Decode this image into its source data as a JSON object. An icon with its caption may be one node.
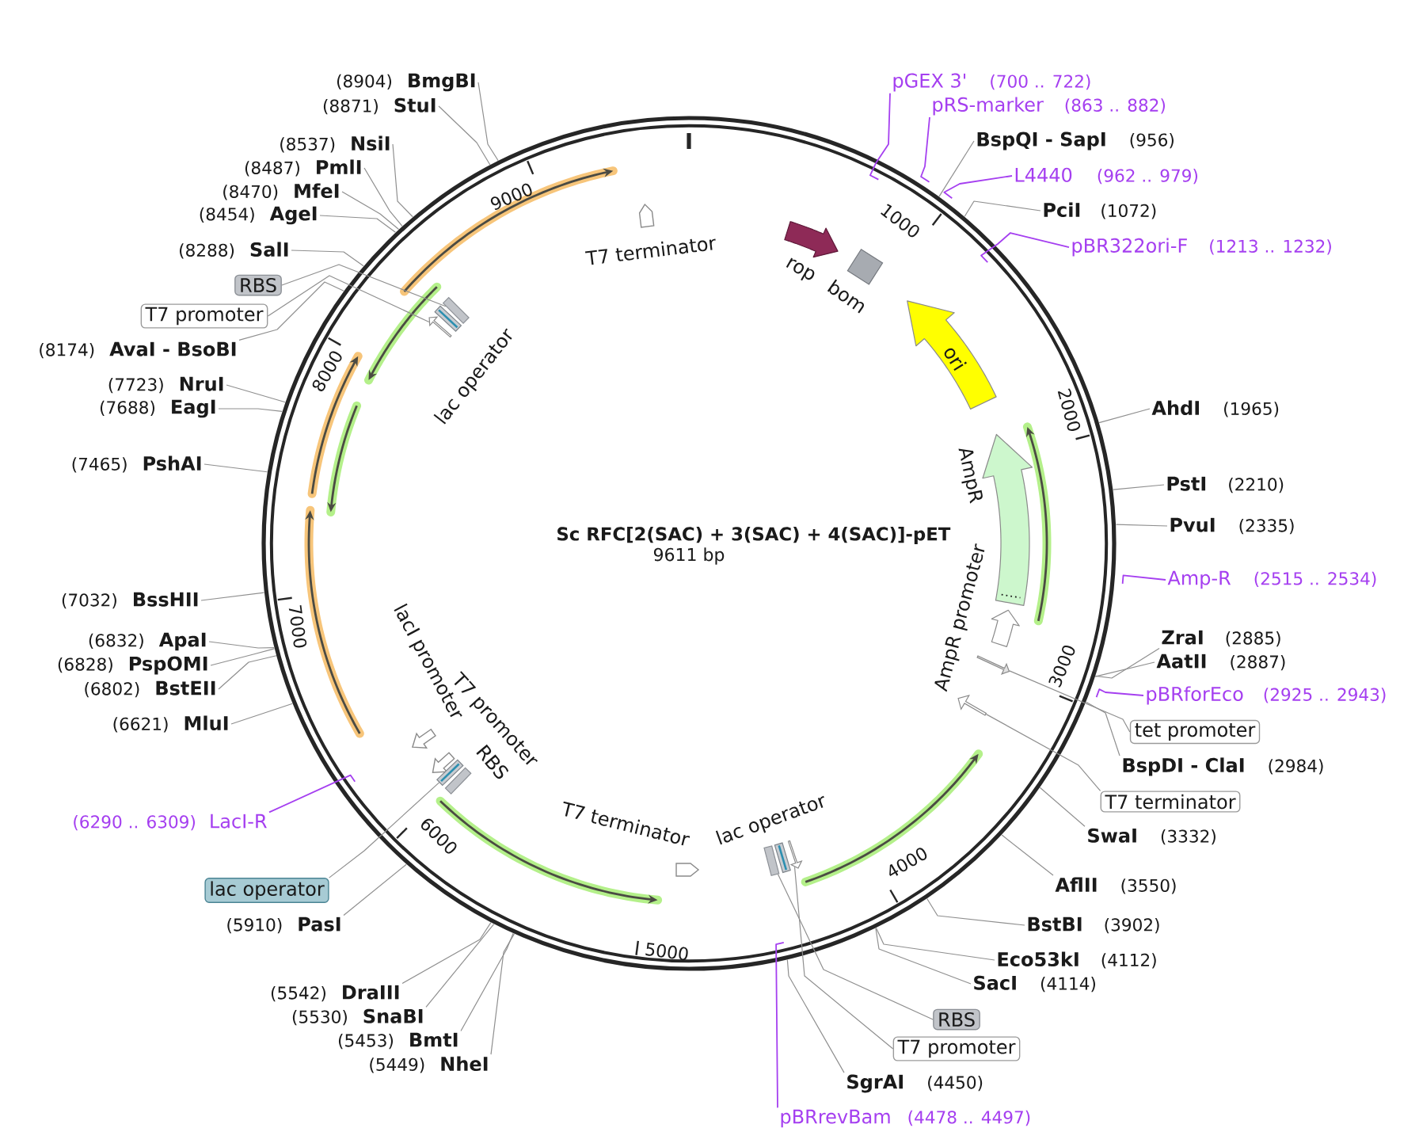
{
  "diagram": {
    "title": "Sc RFC[2(SAC) + 3(SAC) + 4(SAC)]-pET",
    "nodes": [
      {
        "text": [
          "pGEX 3'",
          "(700 .. 722)"
        ]
      },
      {
        "text": [
          "pRS-marker",
          "(863 .. 882)"
        ]
      },
      {
        "text": [
          "BspQI - SapI",
          "(956)"
        ]
      },
      {
        "text": [
          "L4440",
          "(962 .. 979)"
        ]
      },
      {
        "text": [
          "PciI",
          "(1072)"
        ]
      },
      {
        "text": [
          "pBR322ori-F",
          "(1213 .. 1232)"
        ]
      },
      {
        "text": [
          "AhdI",
          "(1965)"
        ]
      },
      {
        "text": [
          "PstI",
          "(2210)"
        ]
      },
      {
        "text": [
          "PvuI",
          "(2335)"
        ]
      },
      {
        "text": [
          "Amp-R",
          "(2515 .. 2534)"
        ]
      },
      {
        "text": [
          "ZraI",
          "(2885)"
        ]
      },
      {
        "text": [
          "AatII",
          "(2887)"
        ]
      },
      {
        "text": [
          "pBRforEco",
          "(2925 .. 2943)"
        ]
      },
      {
        "text": [
          "tet promoter"
        ]
      },
      {
        "text": [
          "BspDI - ClaI",
          "(2984)"
        ]
      },
      {
        "text": [
          "T7 terminator"
        ]
      },
      {
        "text": [
          "SwaI",
          "(3332)"
        ]
      },
      {
        "text": [
          "AflII",
          "(3550)"
        ]
      },
      {
        "text": [
          "BstBI",
          "(3902)"
        ]
      },
      {
        "text": [
          "Eco53kI",
          "(4112)"
        ]
      },
      {
        "text": [
          "SacI",
          "(4114)"
        ]
      },
      {
        "text": [
          "RBS"
        ]
      },
      {
        "text": [
          "T7 promoter"
        ]
      },
      {
        "text": [
          "SgrAI",
          "(4450)"
        ]
      },
      {
        "text": [
          "pBRrevBam",
          "(4478 .. 4497)"
        ]
      },
      {
        "text": [
          "(5449)",
          "NheI"
        ]
      },
      {
        "text": [
          "(5453)",
          "BmtI"
        ]
      },
      {
        "text": [
          "(5530)",
          "SnaBI"
        ]
      },
      {
        "text": [
          "(5542)",
          "DraIII"
        ]
      },
      {
        "text": [
          "(5910)",
          "PasI"
        ]
      },
      {
        "text": [
          "lac operator"
        ]
      },
      {
        "text": [
          "(6290 .. 6309)",
          "LacI-R"
        ]
      },
      {
        "text": [
          "(6621)",
          "MluI"
        ]
      },
      {
        "text": [
          "(6802)",
          "BstEII"
        ]
      },
      {
        "text": [
          "(6828)",
          "PspOMI"
        ]
      },
      {
        "text": [
          "(6832)",
          "ApaI"
        ]
      },
      {
        "text": [
          "(7032)",
          "BssHII"
        ]
      },
      {
        "text": [
          "(7465)",
          "PshAI"
        ]
      },
      {
        "text": [
          "(7688)",
          "EagI"
        ]
      },
      {
        "text": [
          "(7723)",
          "NruI"
        ]
      },
      {
        "text": [
          "(8174)",
          "AvaI - BsoBI"
        ]
      },
      {
        "text": [
          "T7 promoter"
        ]
      },
      {
        "text": [
          "RBS"
        ]
      },
      {
        "text": [
          "(8288)",
          "SalI"
        ]
      },
      {
        "text": [
          "(8454)",
          "AgeI"
        ]
      },
      {
        "text": [
          "(8470)",
          "MfeI"
        ]
      },
      {
        "text": [
          "(8487)",
          "PmlI"
        ]
      },
      {
        "text": [
          "(8537)",
          "NsiI"
        ]
      },
      {
        "text": [
          "(8871)",
          "StuI"
        ]
      },
      {
        "text": [
          "(8904)",
          "BmgBI"
        ]
      },
      {
        "text": [
          "T7 terminator"
        ]
      },
      {
        "text": [
          "rop"
        ]
      },
      {
        "text": [
          "bom"
        ]
      },
      {
        "text": [
          "ori"
        ]
      },
      {
        "text": [
          "AmpR"
        ]
      },
      {
        "text": [
          "AmpR promoter"
        ]
      },
      {
        "text": [],
        "shape": "arrow"
      },
      {
        "text": [],
        "shape": "arrow"
      },
      {
        "text": [
          "lac operator"
        ]
      },
      {
        "text": [],
        "shape": "box"
      },
      {
        "text": [],
        "shape": "arrow"
      },
      {
        "text": [
          "T7 terminator"
        ]
      },
      {
        "text": [
          "T7 promoter"
        ]
      },
      {
        "text": [
          "RBS"
        ]
      },
      {
        "text": [
          "lacI promoter"
        ]
      },
      {
        "text": [],
        "shape": "box"
      },
      {
        "text": [
          "lac operator"
        ]
      },
      {
        "text": [],
        "shape": "arrow"
      },
      {
        "text": [],
        "shape": "box"
      }
    ],
    "edges": [
      {
        "from": 0,
        "to": null,
        "arrow": "none",
        "color": "#a53ff0"
      },
      {
        "from": 1,
        "to": null,
        "arrow": "none",
        "color": "#a53ff0"
      },
      {
        "from": 2,
        "to": null,
        "arrow": "none"
      },
      {
        "from": 3,
        "to": null,
        "arrow": "none",
        "color": "#a53ff0"
      },
      {
        "from": 4,
        "to": null,
        "arrow": "none"
      },
      {
        "from": 5,
        "to": null,
        "arrow": "none",
        "color": "#a53ff0"
      },
      {
        "from": 6,
        "to": null,
        "arrow": "none"
      },
      {
        "from": 7,
        "to": null,
        "arrow": "none"
      },
      {
        "from": 8,
        "to": null,
        "arrow": "none"
      },
      {
        "from": 9,
        "to": null,
        "arrow": "none",
        "color": "#a53ff0"
      },
      {
        "from": 10,
        "to": null,
        "arrow": "none"
      },
      {
        "from": 11,
        "to": null,
        "arrow": "none"
      },
      {
        "from": 12,
        "to": null,
        "arrow": "none",
        "color": "#a53ff0"
      },
      {
        "from": 13,
        "to": 56,
        "arrow": "none"
      },
      {
        "from": 14,
        "to": null,
        "arrow": "none"
      },
      {
        "from": 15,
        "to": 57,
        "arrow": "none"
      },
      {
        "from": 16,
        "to": null,
        "arrow": "none"
      },
      {
        "from": 17,
        "to": null,
        "arrow": "none"
      },
      {
        "from": 18,
        "to": null,
        "arrow": "none"
      },
      {
        "from": 19,
        "to": null,
        "arrow": "none"
      },
      {
        "from": 20,
        "to": null,
        "arrow": "none"
      },
      {
        "from": 21,
        "to": 59,
        "arrow": "none"
      },
      {
        "from": 22,
        "to": 60,
        "arrow": "none"
      },
      {
        "from": 23,
        "to": null,
        "arrow": "none"
      },
      {
        "from": 24,
        "to": null,
        "arrow": "none",
        "color": "#a53ff0"
      },
      {
        "from": 25,
        "to": null,
        "arrow": "none"
      },
      {
        "from": 26,
        "to": null,
        "arrow": "none"
      },
      {
        "from": 27,
        "to": null,
        "arrow": "none"
      },
      {
        "from": 28,
        "to": null,
        "arrow": "none"
      },
      {
        "from": 29,
        "to": null,
        "arrow": "none"
      },
      {
        "from": 30,
        "to": 65,
        "arrow": "none"
      },
      {
        "from": 31,
        "to": null,
        "arrow": "none",
        "color": "#a53ff0"
      },
      {
        "from": 32,
        "to": null,
        "arrow": "none"
      },
      {
        "from": 33,
        "to": null,
        "arrow": "none"
      },
      {
        "from": 34,
        "to": null,
        "arrow": "none"
      },
      {
        "from": 35,
        "to": null,
        "arrow": "none"
      },
      {
        "from": 36,
        "to": null,
        "arrow": "none"
      },
      {
        "from": 37,
        "to": null,
        "arrow": "none"
      },
      {
        "from": 38,
        "to": null,
        "arrow": "none"
      },
      {
        "from": 39,
        "to": null,
        "arrow": "none"
      },
      {
        "from": 40,
        "to": null,
        "arrow": "none"
      },
      {
        "from": 41,
        "to": 67,
        "arrow": "none"
      },
      {
        "from": 42,
        "to": 68,
        "arrow": "none"
      },
      {
        "from": 43,
        "to": null,
        "arrow": "none"
      },
      {
        "from": 44,
        "to": null,
        "arrow": "none"
      },
      {
        "from": 45,
        "to": null,
        "arrow": "none"
      },
      {
        "from": 46,
        "to": null,
        "arrow": "none"
      },
      {
        "from": 47,
        "to": null,
        "arrow": "none"
      },
      {
        "from": 48,
        "to": null,
        "arrow": "none"
      },
      {
        "from": 49,
        "to": null,
        "arrow": "none"
      }
    ],
    "labels": [
      "9000",
      "1000",
      "8000",
      "2000",
      "9611 bp",
      "7000",
      "3000",
      "6000",
      "4000",
      "5000"
    ]
  }
}
